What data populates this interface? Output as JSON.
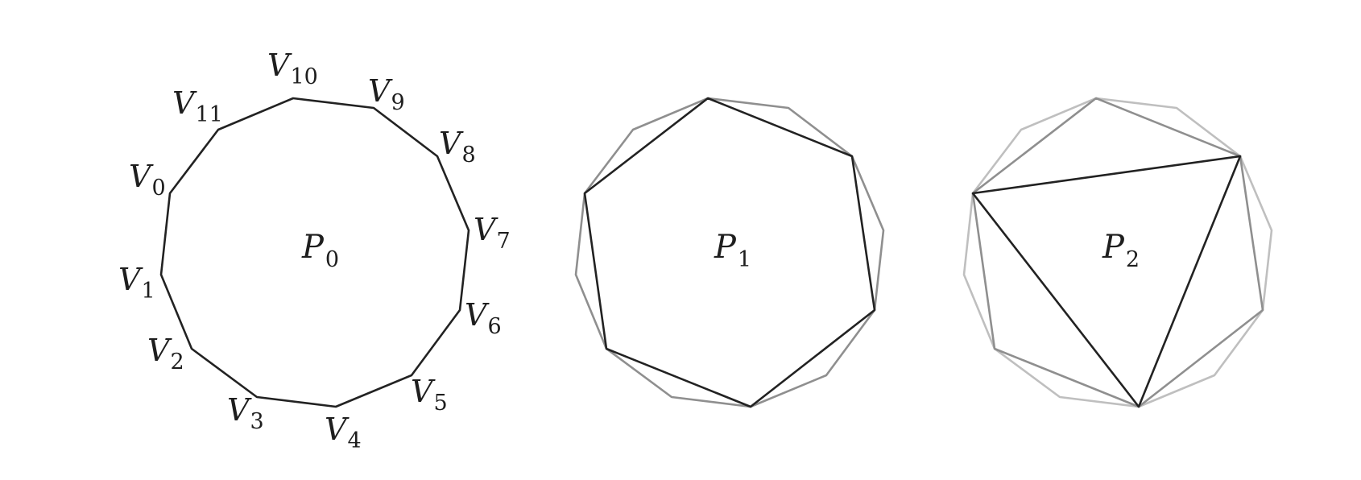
{
  "diagram": {
    "vertex_count": 12,
    "vertex_label": {
      "symbol": "V",
      "subscripts": [
        "0",
        "1",
        "2",
        "3",
        "4",
        "5",
        "6",
        "7",
        "8",
        "9",
        "10",
        "11"
      ]
    },
    "polygons": [
      {
        "symbol": "P",
        "subscript": "0",
        "vertices_used": [
          0,
          1,
          2,
          3,
          4,
          5,
          6,
          7,
          8,
          9,
          10,
          11
        ],
        "shows_vertex_labels": true,
        "background_polygons": []
      },
      {
        "symbol": "P",
        "subscript": "1",
        "vertices_used": [
          0,
          2,
          4,
          6,
          8,
          10
        ],
        "shows_vertex_labels": false,
        "background_polygons": [
          {
            "vertices_used": [
              0,
              1,
              2,
              3,
              4,
              5,
              6,
              7,
              8,
              9,
              10,
              11
            ],
            "tone": "medium-gray"
          }
        ]
      },
      {
        "symbol": "P",
        "subscript": "2",
        "vertices_used": [
          0,
          4,
          8
        ],
        "shows_vertex_labels": false,
        "background_polygons": [
          {
            "vertices_used": [
              0,
              1,
              2,
              3,
              4,
              5,
              6,
              7,
              8,
              9,
              10,
              11
            ],
            "tone": "light-gray"
          },
          {
            "vertices_used": [
              0,
              2,
              4,
              6,
              8,
              10
            ],
            "tone": "medium-gray"
          }
        ]
      }
    ],
    "colors": {
      "foreground": "#222222",
      "medium_gray": "#8f8f8f",
      "light_gray": "#bfbfbf"
    }
  }
}
